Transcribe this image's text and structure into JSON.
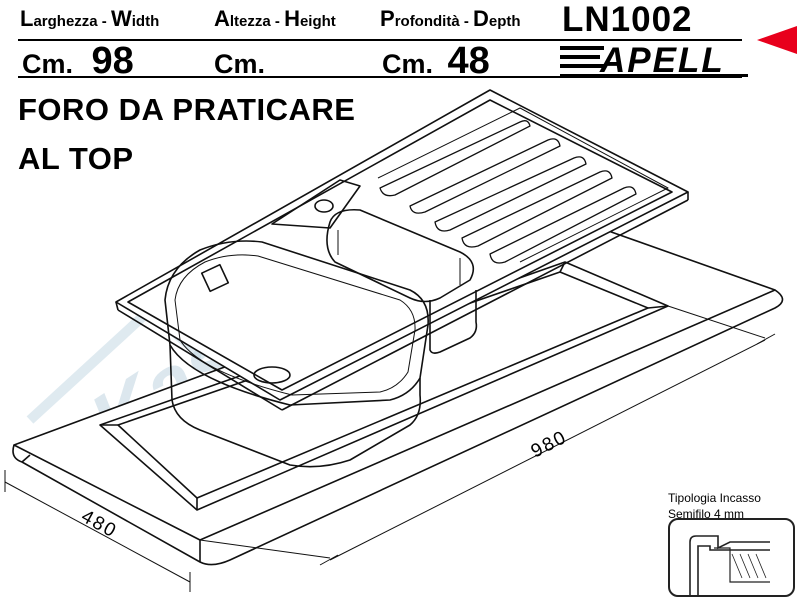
{
  "header": {
    "width": {
      "l1": "L",
      "r1": "arghezza - ",
      "l2": "W",
      "r2": "idth",
      "cm": "Cm.",
      "value": "98"
    },
    "height": {
      "l1": "A",
      "r1": "ltezza - ",
      "l2": "H",
      "r2": "eight",
      "cm": "Cm.",
      "value": ""
    },
    "depth": {
      "l1": "P",
      "r1": "rofondità - ",
      "l2": "D",
      "r2": "epth",
      "cm": "Cm.",
      "value": "48"
    },
    "model": "LN1002",
    "brand": "APELL"
  },
  "title": {
    "line1": "FORO DA PRATICARE",
    "line2": "AL TOP"
  },
  "dimensions": {
    "length": "980",
    "width": "480"
  },
  "inset": {
    "line1": "Tipologia Incasso",
    "line2": "Semifilo 4 mm"
  },
  "watermark": "Kasa Cucina",
  "colors": {
    "accent": "#e8001c",
    "watermark": "#c5d8e3"
  }
}
